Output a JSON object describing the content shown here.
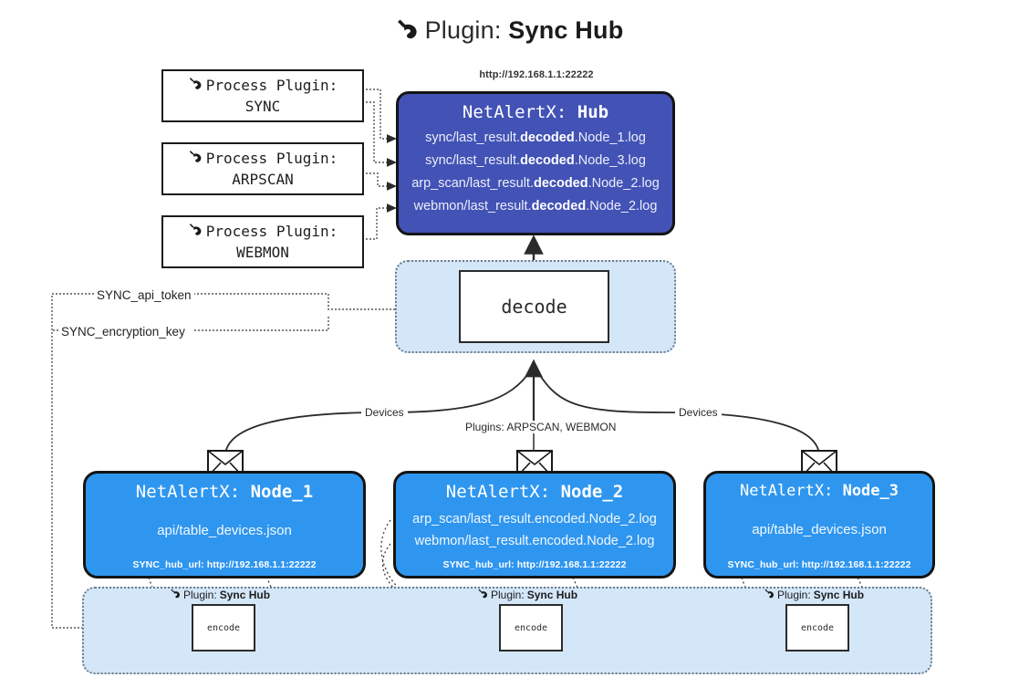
{
  "title": {
    "icon": "plug-icon",
    "prefix": "Plugin: ",
    "name": "Sync Hub"
  },
  "process_plugins": [
    {
      "icon": "plug-icon",
      "label": "Process Plugin:",
      "name": "SYNC"
    },
    {
      "icon": "plug-icon",
      "label": "Process Plugin:",
      "name": "ARPSCAN"
    },
    {
      "icon": "plug-icon",
      "label": "Process Plugin:",
      "name": "WEBMON"
    }
  ],
  "hub": {
    "url": "http://192.168.1.1:22222",
    "header_prefix": "NetAlertX: ",
    "header_name": "Hub",
    "rows": [
      {
        "pre": "sync/last_result.",
        "mid": "decoded",
        "post": ".Node_1.log"
      },
      {
        "pre": "sync/last_result.",
        "mid": "decoded",
        "post": ".Node_3.log"
      },
      {
        "pre": "arp_scan/last_result.",
        "mid": "decoded",
        "post": ".Node_2.log"
      },
      {
        "pre": "webmon/last_result.",
        "mid": "decoded",
        "post": ".Node_2.log"
      }
    ]
  },
  "decode": {
    "label": "decode"
  },
  "tokens": [
    {
      "label": "SYNC_api_token"
    },
    {
      "label": "SYNC_encryption_key"
    }
  ],
  "edge_labels": {
    "devices_left": "Devices",
    "devices_right": "Devices",
    "plugins": "Plugins: ARPSCAN, WEBMON"
  },
  "nodes": [
    {
      "header_prefix": "NetAlertX: ",
      "header_name": "Node_1",
      "lines": [
        "api/table_devices.json"
      ],
      "foot": "SYNC_hub_url: http://192.168.1.1:22222"
    },
    {
      "header_prefix": "NetAlertX: ",
      "header_name": "Node_2",
      "lines": [
        "arp_scan/last_result.encoded.Node_2.log",
        "webmon/last_result.encoded.Node_2.log"
      ],
      "foot": "SYNC_hub_url: http://192.168.1.1:22222"
    },
    {
      "header_prefix": "NetAlertX: ",
      "header_name": "Node_3",
      "lines": [
        "api/table_devices.json"
      ],
      "foot": "SYNC_hub_url: http://192.168.1.1:22222"
    }
  ],
  "encode_blocks": [
    {
      "tag_prefix": "Plugin: ",
      "tag_name": "Sync Hub",
      "label": "encode",
      "icon": "plug-icon"
    },
    {
      "tag_prefix": "Plugin: ",
      "tag_name": "Sync Hub",
      "label": "encode",
      "icon": "plug-icon"
    },
    {
      "tag_prefix": "Plugin: ",
      "tag_name": "Sync Hub",
      "label": "encode",
      "icon": "plug-icon"
    }
  ],
  "colors": {
    "hub_fill": "#4252b5",
    "node_fill": "#2f96ef",
    "band_fill": "#d4e7f9",
    "stroke": "#141414",
    "dotted": "#6d7b86"
  }
}
